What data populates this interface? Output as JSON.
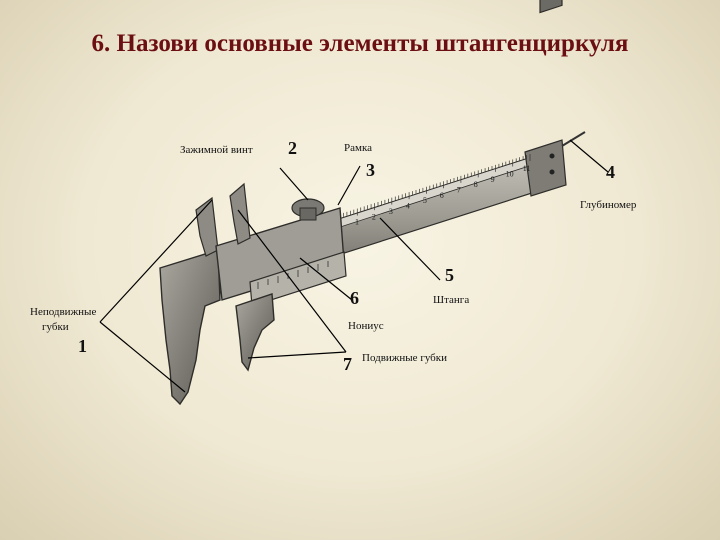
{
  "title": "6. Назови основные элементы штангенциркуля",
  "labels": {
    "clamp_screw": "Зажимной винт",
    "frame": "Рамка",
    "depth_gauge": "Глубиномер",
    "beam": "Штанга",
    "fixed_jaws_line1": "Неподвижные",
    "fixed_jaws_line2": "губки",
    "vernier": "Нониус",
    "movable_jaws": "Подвижные губки"
  },
  "numbers": {
    "n1": "1",
    "n2": "2",
    "n3": "3",
    "n4": "4",
    "n5": "5",
    "n6": "6",
    "n7": "7"
  },
  "scale": {
    "ticks": [
      "1",
      "2",
      "3",
      "4",
      "5",
      "6",
      "7",
      "8",
      "9",
      "10",
      "11"
    ]
  },
  "colors": {
    "title": "#6b0f12",
    "metal": "#8c8a82",
    "metal_dark": "#55534d",
    "metal_light": "#b9b7ae"
  }
}
